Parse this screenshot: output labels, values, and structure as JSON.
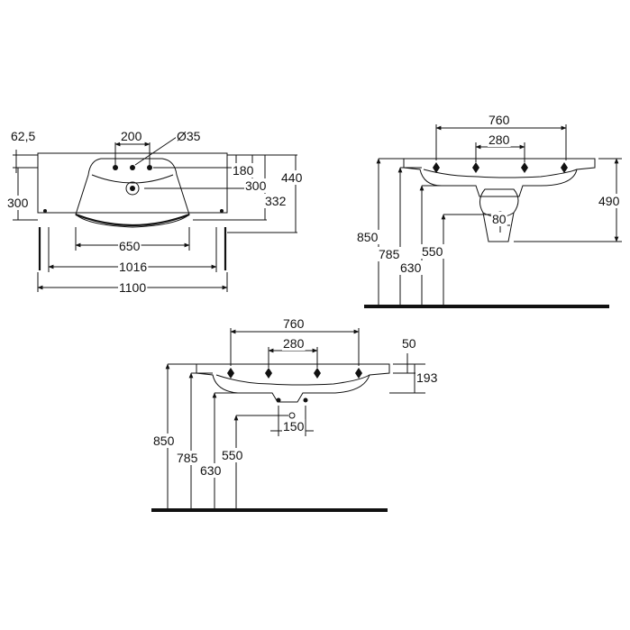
{
  "top_view": {
    "labels": {
      "d_62_5": "62,5",
      "d_200": "200",
      "d_dia35": "Ø35",
      "d_180": "180",
      "d_300_right": "300",
      "d_440": "440",
      "d_332": "332",
      "d_300_left": "300",
      "d_650": "650",
      "d_1016": "1016",
      "d_1100": "1100"
    }
  },
  "side_view": {
    "labels": {
      "d_760": "760",
      "d_280": "280",
      "d_490": "490",
      "d_80": "80",
      "d_850": "850",
      "d_785": "785",
      "d_630": "630",
      "d_550": "550"
    }
  },
  "front_view": {
    "labels": {
      "d_760": "760",
      "d_280": "280",
      "d_50": "50",
      "d_193": "193",
      "d_150": "150",
      "d_850": "850",
      "d_785": "785",
      "d_630": "630",
      "d_550": "550"
    }
  }
}
